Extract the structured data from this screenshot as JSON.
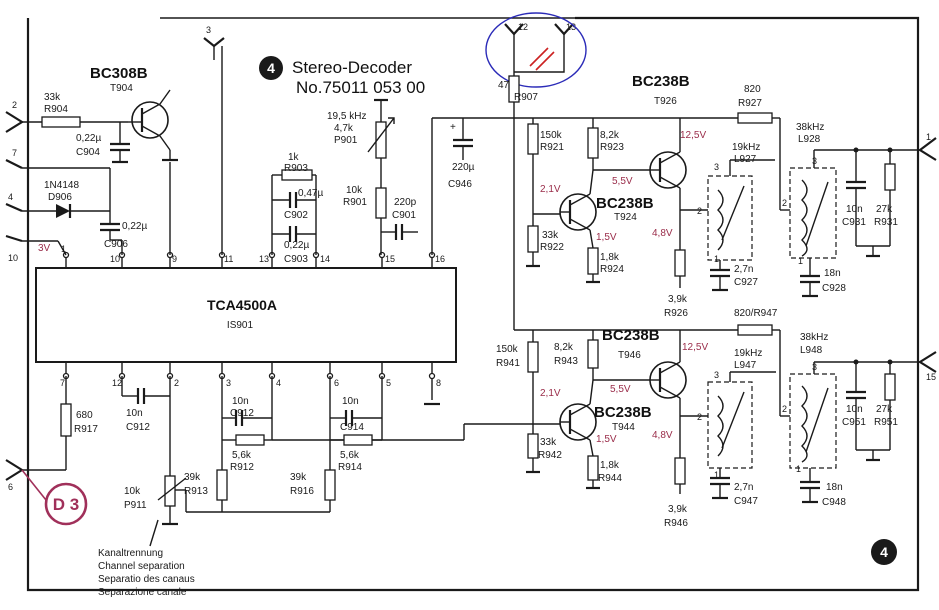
{
  "title": {
    "line1": "Stereo-Decoder",
    "line2": "No.75011 053 00",
    "badge": "4"
  },
  "corner_badge": "4",
  "d3_badge": "D 3",
  "ic": {
    "name": "TCA4500A",
    "ref": "IS901",
    "pins_top": [
      "1",
      "10",
      "9",
      "11",
      "13",
      "14",
      "15",
      "16"
    ],
    "pins_bottom": [
      "7",
      "12",
      "2",
      "3",
      "4",
      "6",
      "5",
      "8"
    ]
  },
  "connectors": {
    "c3": "3",
    "c12": "12",
    "c13": "13",
    "c2": "2",
    "c7": "7",
    "c4": "4",
    "c10": "10",
    "c6": "6",
    "c1": "1",
    "c15": "15"
  },
  "transistors": {
    "t904": {
      "type": "BC308B",
      "ref": "T904"
    },
    "t926": {
      "type": "BC238B",
      "ref": "T926"
    },
    "t924": {
      "type": "BC238B",
      "ref": "T924"
    },
    "t946": {
      "type": "BC238B",
      "ref": "T946"
    },
    "t944": {
      "type": "BC238B",
      "ref": "T944"
    }
  },
  "components": {
    "r904": [
      "33k",
      "R904"
    ],
    "c904": [
      "0,22µ",
      "C904"
    ],
    "d906": [
      "1N4148",
      "D906"
    ],
    "c906": [
      "0,22µ",
      "C906"
    ],
    "r903": [
      "1k",
      "R903"
    ],
    "c902": [
      "0,47µ",
      "C902"
    ],
    "c903": [
      "0,22µ",
      "C903"
    ],
    "p901": [
      "19,5 kHz",
      "4,7k",
      "P901"
    ],
    "r901": [
      "10k",
      "R901"
    ],
    "c901": [
      "220p",
      "C901"
    ],
    "c946": [
      "220µ",
      "C946"
    ],
    "r907": [
      "47",
      "R907"
    ],
    "r921": [
      "150k",
      "R921"
    ],
    "r923": [
      "8,2k",
      "R923"
    ],
    "r922": [
      "33k",
      "R922"
    ],
    "r924": [
      "1,8k",
      "R924"
    ],
    "r926": [
      "3,9k",
      "R926"
    ],
    "r927": [
      "820",
      "R927"
    ],
    "l927": [
      "19kHz",
      "L927"
    ],
    "c927": [
      "2,7n",
      "C927"
    ],
    "l928": [
      "38kHz",
      "L928"
    ],
    "c928": [
      "18n",
      "C928"
    ],
    "c931": [
      "10n",
      "C931"
    ],
    "r931": [
      "27k",
      "R931"
    ],
    "r917": [
      "680",
      "R917"
    ],
    "c912a": [
      "10n",
      "C912"
    ],
    "c912b": [
      "10n",
      "C912"
    ],
    "r912": [
      "5,6k",
      "R912"
    ],
    "r913": [
      "39k",
      "R913"
    ],
    "c914": [
      "10n",
      "C914"
    ],
    "r914": [
      "5,6k",
      "R914"
    ],
    "r916": [
      "39k",
      "R916"
    ],
    "p911": [
      "10k",
      "P911"
    ],
    "r941": [
      "150k",
      "R941"
    ],
    "r943": [
      "8,2k",
      "R943"
    ],
    "r942": [
      "33k",
      "R942"
    ],
    "r944": [
      "1,8k",
      "R944"
    ],
    "r946": [
      "3,9k",
      "R946"
    ],
    "r947": [
      "820/R947"
    ],
    "l947": [
      "19kHz",
      "L947"
    ],
    "c947": [
      "2,7n",
      "C947"
    ],
    "l948": [
      "38kHz",
      "L948"
    ],
    "c948": [
      "18n",
      "C948"
    ],
    "c951": [
      "10n",
      "C951"
    ],
    "r951": [
      "27k",
      "R951"
    ]
  },
  "voltages": {
    "v3": "3V",
    "v21a": "2,1V",
    "v15a": "1,5V",
    "v55a": "5,5V",
    "v125a": "12,5V",
    "v48a": "4,8V",
    "v21b": "2,1V",
    "v15b": "1,5V",
    "v55b": "5,5V",
    "v125b": "12,5V",
    "v48b": "4,8V"
  },
  "caption": [
    "Kanaltrennung",
    "Channel separation",
    "Separatio des canaus",
    "Separazione canale"
  ],
  "colors": {
    "ink": "#1a1a1a",
    "voltage": "#9a2d4a",
    "highlight_circle": "#2b2bb8",
    "cut_mark": "#cc2222",
    "d3_ring": "#a0305a"
  }
}
